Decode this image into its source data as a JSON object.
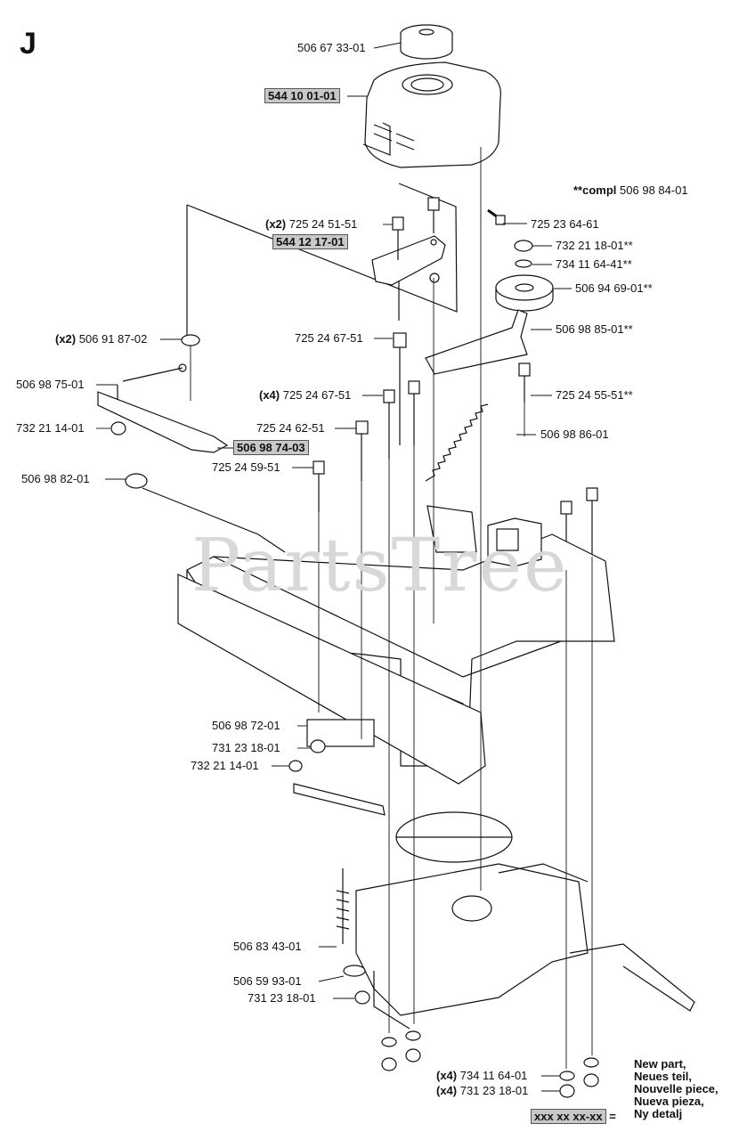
{
  "section_letter": "J",
  "watermark": "PartsTree",
  "compl_note": {
    "prefix": "**compl",
    "number": "506 98 84-01"
  },
  "labels": [
    {
      "id": "l1",
      "qty": "",
      "number": "506 67 33-01",
      "suffix": "",
      "hl": false
    },
    {
      "id": "l2",
      "qty": "",
      "number": "544 10 01-01",
      "suffix": "",
      "hl": true
    },
    {
      "id": "l3",
      "qty": "",
      "number": "725 23 64-61",
      "suffix": "",
      "hl": false
    },
    {
      "id": "l4",
      "qty": "(x2)",
      "number": "725 24 51-51",
      "suffix": "",
      "hl": false
    },
    {
      "id": "l5",
      "qty": "",
      "number": "544 12 17-01",
      "suffix": "",
      "hl": true
    },
    {
      "id": "l6",
      "qty": "",
      "number": "732 21 18-01",
      "suffix": "**",
      "hl": false
    },
    {
      "id": "l7",
      "qty": "",
      "number": "734 11 64-41",
      "suffix": "**",
      "hl": false
    },
    {
      "id": "l8",
      "qty": "",
      "number": "506 94 69-01",
      "suffix": "**",
      "hl": false
    },
    {
      "id": "l9",
      "qty": "(x2)",
      "number": "506 91 87-02",
      "suffix": "",
      "hl": false
    },
    {
      "id": "l10",
      "qty": "",
      "number": "725 24 67-51",
      "suffix": "",
      "hl": false
    },
    {
      "id": "l11",
      "qty": "",
      "number": "506 98 85-01",
      "suffix": "**",
      "hl": false
    },
    {
      "id": "l12",
      "qty": "",
      "number": "506 98 75-01",
      "suffix": "",
      "hl": false
    },
    {
      "id": "l13",
      "qty": "(x4)",
      "number": "725 24 67-51",
      "suffix": "",
      "hl": false
    },
    {
      "id": "l14",
      "qty": "",
      "number": "725 24 55-51",
      "suffix": "**",
      "hl": false
    },
    {
      "id": "l15",
      "qty": "",
      "number": "732 21 14-01",
      "suffix": "",
      "hl": false
    },
    {
      "id": "l16",
      "qty": "",
      "number": "725 24 62-51",
      "suffix": "",
      "hl": false
    },
    {
      "id": "l17",
      "qty": "",
      "number": "506 98 86-01",
      "suffix": "",
      "hl": false
    },
    {
      "id": "l18",
      "qty": "",
      "number": "506 98 74-03",
      "suffix": "",
      "hl": true
    },
    {
      "id": "l19",
      "qty": "",
      "number": "725 24 59-51",
      "suffix": "",
      "hl": false
    },
    {
      "id": "l20",
      "qty": "",
      "number": "506 98 82-01",
      "suffix": "",
      "hl": false
    },
    {
      "id": "l21",
      "qty": "",
      "number": "506 98 72-01",
      "suffix": "",
      "hl": false
    },
    {
      "id": "l22",
      "qty": "",
      "number": "731 23 18-01",
      "suffix": "",
      "hl": false
    },
    {
      "id": "l23",
      "qty": "",
      "number": "732 21 14-01",
      "suffix": "",
      "hl": false
    },
    {
      "id": "l24",
      "qty": "",
      "number": "506 83 43-01",
      "suffix": "",
      "hl": false
    },
    {
      "id": "l25",
      "qty": "",
      "number": "506 59 93-01",
      "suffix": "",
      "hl": false
    },
    {
      "id": "l26",
      "qty": "",
      "number": "731 23 18-01",
      "suffix": "",
      "hl": false
    },
    {
      "id": "l27",
      "qty": "(x4)",
      "number": "734 11 64-01",
      "suffix": "",
      "hl": false
    },
    {
      "id": "l28",
      "qty": "(x4)",
      "number": "731 23 18-01",
      "suffix": "",
      "hl": false
    }
  ],
  "legend": {
    "lines": [
      "New part,",
      "Neues teil,",
      "Nouvelle piece,",
      "Nueva pieza,",
      "Ny detalj"
    ],
    "sample": "xxx xx xx-xx",
    "equals": "="
  }
}
